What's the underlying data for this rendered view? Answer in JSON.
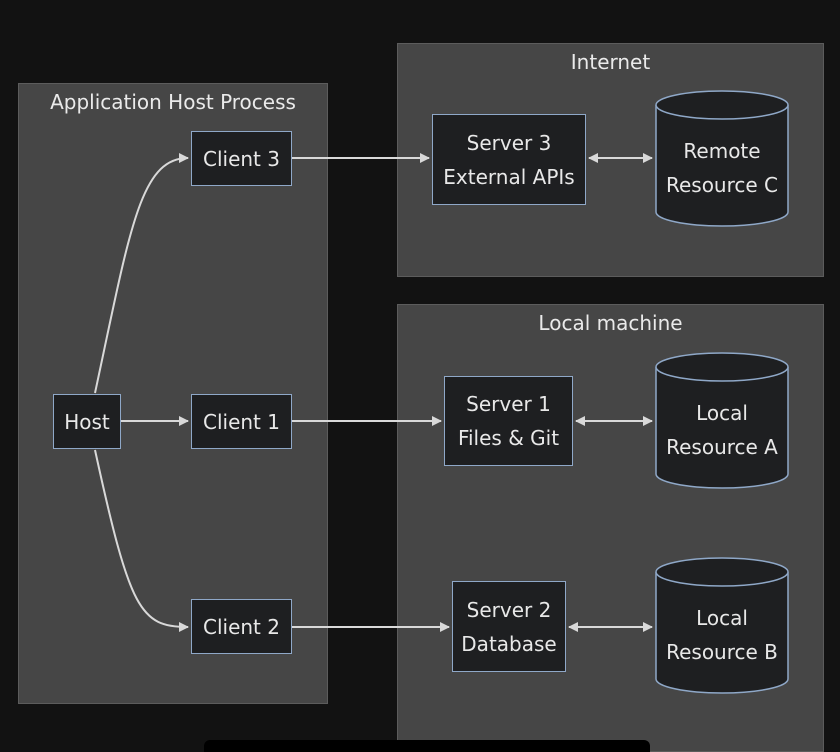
{
  "clusters": {
    "app_host": {
      "title": "Application Host Process"
    },
    "internet": {
      "title": "Internet"
    },
    "local": {
      "title": "Local machine"
    }
  },
  "nodes": {
    "host": {
      "label": "Host"
    },
    "client1": {
      "label": "Client 1"
    },
    "client2": {
      "label": "Client 2"
    },
    "client3": {
      "label": "Client 3"
    },
    "server1": {
      "line1": "Server 1",
      "line2": "Files & Git"
    },
    "server2": {
      "line1": "Server 2",
      "line2": "Database"
    },
    "server3": {
      "line1": "Server 3",
      "line2": "External APIs"
    },
    "resA": {
      "line1": "Local",
      "line2": "Resource A"
    },
    "resB": {
      "line1": "Local",
      "line2": "Resource B"
    },
    "resC": {
      "line1": "Remote",
      "line2": "Resource C"
    }
  },
  "colors": {
    "background": "#121212",
    "cluster_fill": "#464646",
    "node_fill": "#1e1f21",
    "node_border": "#8fa8c8",
    "edge": "#d9d9d9"
  }
}
